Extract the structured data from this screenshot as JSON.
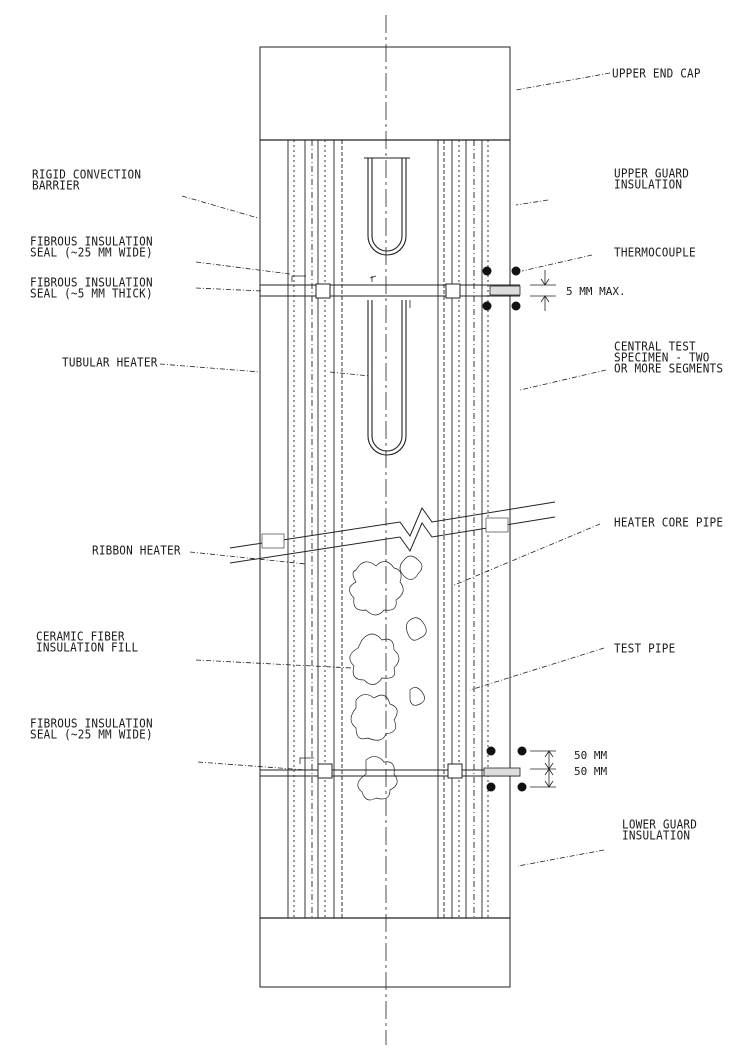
{
  "labels": {
    "upper_end_cap": "UPPER END CAP",
    "upper_guard_insulation": [
      "UPPER GUARD",
      "INSULATION"
    ],
    "rigid_convection_barrier": [
      "RIGID CONVECTION",
      "BARRIER"
    ],
    "fibrous_seal_wide_top": [
      "FIBROUS INSULATION",
      "SEAL (~25 MM WIDE)"
    ],
    "fibrous_seal_thick": [
      "FIBROUS INSULATION",
      "SEAL (~5 MM THICK)"
    ],
    "thermocouple": "THERMOCOUPLE",
    "tubular_heater": "TUBULAR HEATER",
    "central_test_specimen": [
      "CENTRAL TEST",
      "SPECIMEN - TWO",
      "OR MORE SEGMENTS"
    ],
    "heater_core_pipe": "HEATER CORE PIPE",
    "ribbon_heater": "RIBBON HEATER",
    "ceramic_fiber_fill": [
      "CERAMIC FIBER",
      "INSULATION FILL"
    ],
    "test_pipe": "TEST PIPE",
    "fibrous_seal_wide_bottom": [
      "FIBROUS INSULATION",
      "SEAL (~25 MM WIDE)"
    ],
    "lower_guard_insulation": [
      "LOWER GUARD",
      "INSULATION"
    ]
  },
  "dimensions": {
    "gap_max": "5 MM MAX.",
    "tc_spacing_upper": "50 MM",
    "tc_spacing_lower": "50 MM"
  }
}
